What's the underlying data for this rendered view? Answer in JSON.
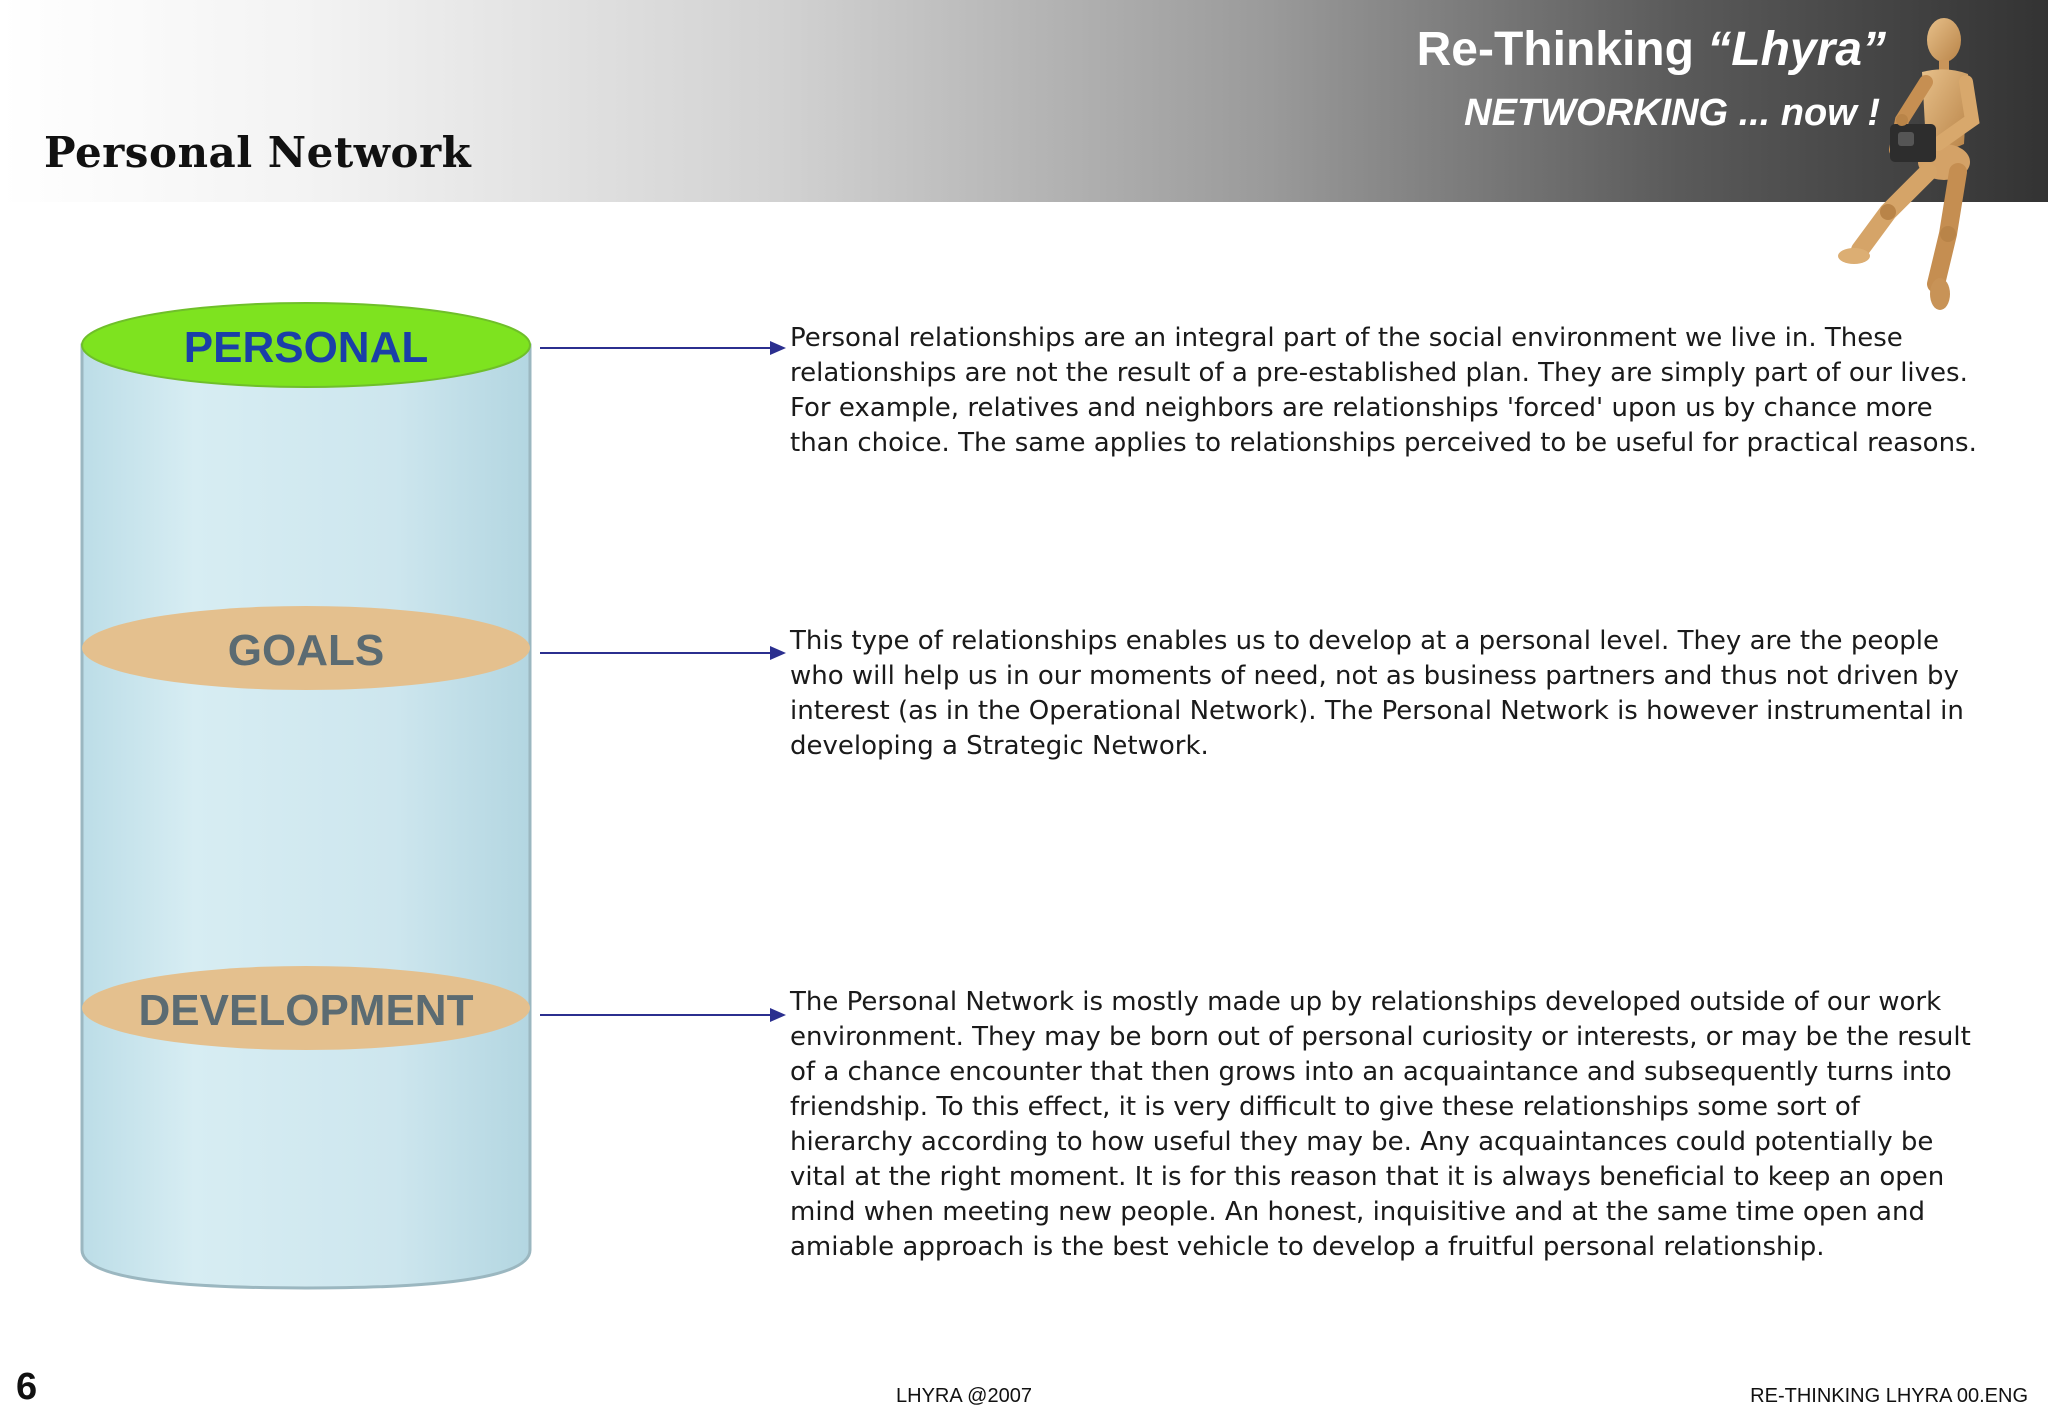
{
  "header": {
    "section_title": "Personal Network",
    "brand_title_main": "Re-Thinking",
    "brand_title_quote": "“Lhyra”",
    "brand_subtitle": "NETWORKING ... now !"
  },
  "diagram": {
    "levels": [
      {
        "label": "PERSONAL",
        "fill": "#7ee31f",
        "text_color": "#1a3fa8"
      },
      {
        "label": "GOALS",
        "fill": "#e4c08e",
        "text_color": "#5b6b72"
      },
      {
        "label": "DEVELOPMENT",
        "fill": "#e4c08e",
        "text_color": "#5b6b72"
      }
    ],
    "cylinder_color": "#cfe9f2",
    "arrow_color": "#2b2f8f"
  },
  "descriptions": [
    "Personal relationships are an integral part of the social environment we live in. These relationships are not the result of a pre-established plan. They are simply part of our lives. For example, relatives and neighbors are relationships 'forced' upon us by chance more than choice. The same applies to relationships perceived to be useful for practical reasons.",
    "This type of relationships enables us to develop at a personal level. They are the people who will help us in our moments of need, not as business partners and thus not driven by interest (as in the Operational Network). The Personal Network is however instrumental in developing a Strategic Network.",
    "The Personal Network is mostly made up by relationships developed outside of our work environment. They may be born out of personal curiosity or interests, or  may be the result of a chance encounter that then grows into an acquaintance and subsequently turns into friendship. To this effect, it is very difficult to give these relationships some sort of hierarchy according to how useful they may be. Any acquaintances could potentially be vital at the right moment. It is for this reason that it is always beneficial to keep an open mind when meeting new people. An honest, inquisitive and at the same time open and amiable approach is the best vehicle to develop a fruitful personal relationship."
  ],
  "footer": {
    "page_number": "6",
    "center_text": "LHYRA @2007",
    "right_text": "RE-THINKING LHYRA 00.ENG"
  }
}
